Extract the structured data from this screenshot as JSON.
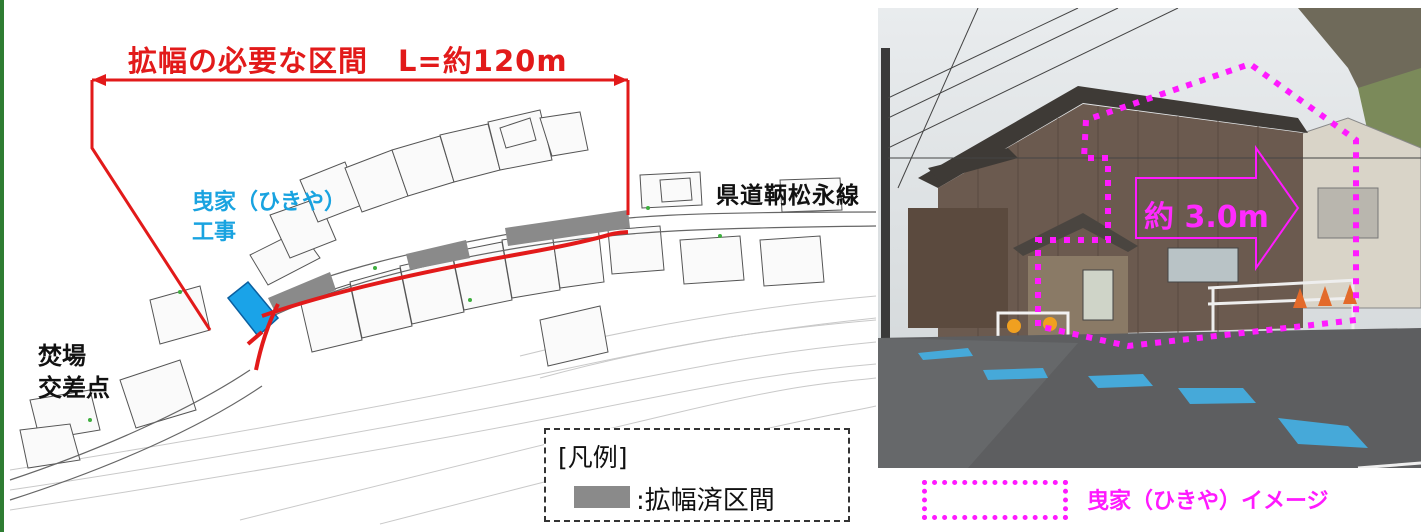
{
  "map": {
    "section_title": "拡幅の必要な区間　L=約120m",
    "hikiya_label_line1": "曳家（ひきや）",
    "hikiya_label_line2": "工事",
    "road_label": "県道鞆松永線",
    "intersection_line1": "焚場",
    "intersection_line2": "交差点"
  },
  "legend": {
    "title": "[凡例]",
    "widened_label": ":拡幅済区間"
  },
  "photo": {
    "arrow_label": "約 3.0m",
    "legend_label": "曳家（ひきや）イメージ"
  },
  "colors": {
    "red": "#e21a1a",
    "blue": "#19a3e0",
    "magenta": "#ff1aff",
    "widened_gray": "#8a8a8a",
    "frame_green": "#2e7d32"
  }
}
